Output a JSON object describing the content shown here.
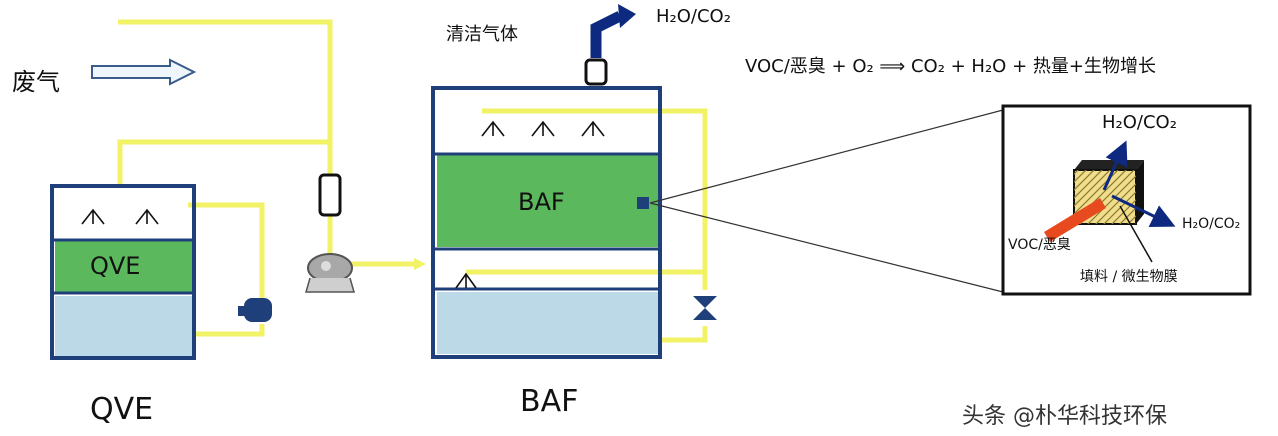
{
  "labels": {
    "waste_gas": "废气",
    "clean_gas": "清洁气体",
    "exhaust": "H₂O/CO₂",
    "qve_inner": "QVE",
    "baf_inner": "BAF",
    "qve_bottom": "QVE",
    "baf_bottom": "BAF"
  },
  "equation": "VOC/恶臭 + O₂ ⟹ CO₂ + H₂O + 热量+生物增长",
  "detail": {
    "top": "H₂O/CO₂",
    "right": "H₂O/CO₂",
    "input": "VOC/恶臭",
    "media": "填料 / 微生物膜"
  },
  "watermark": "头条 @朴华科技环保",
  "colors": {
    "pipe": "#f2f266",
    "tank_border": "#1f3f7a",
    "media_green": "#5cb85c",
    "water": "#bcd9e8",
    "arrow_blue": "#0d2a80",
    "input_red": "#e84a1f"
  }
}
